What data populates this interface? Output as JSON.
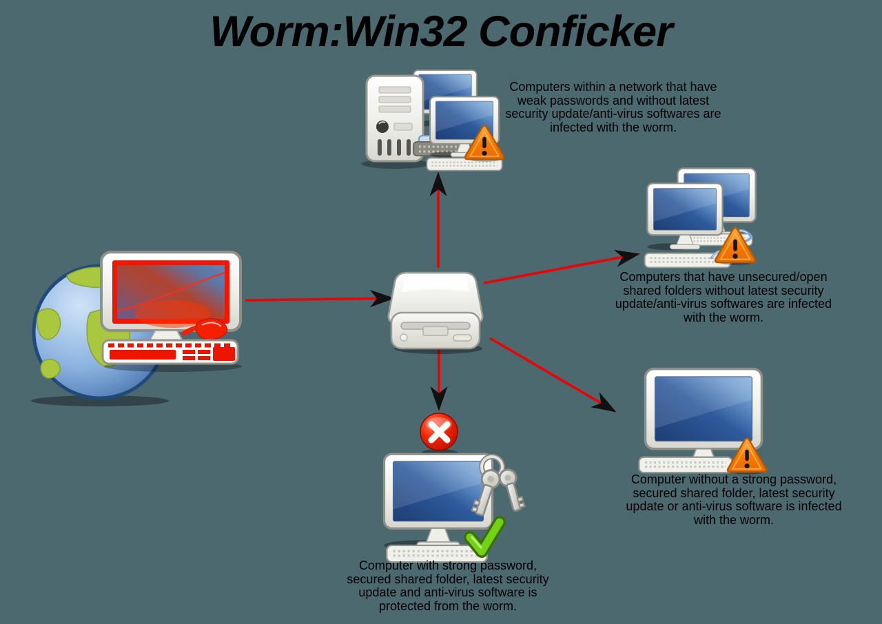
{
  "title": "Worm:Win32 Conficker",
  "colors": {
    "background": "#4d6970",
    "title_text": "#000000",
    "caption_text": "#000000",
    "arrow_line": "#ee0000",
    "arrowhead": "#111111",
    "warning_triangle": "#f57900",
    "blocked_badge": "#dd1500",
    "protected_check": "#73d216",
    "infected_screen": "#f21500",
    "healthy_screen": "#2e5a9c"
  },
  "icons": {
    "internet_source": "globe-with-infected-computer-icon",
    "propagation_medium": "removable-drive-icon",
    "network_node": "server-with-workstations-icon",
    "warning": "warning-triangle-icon",
    "blocked": "red-cross-badge-icon",
    "protected": "green-check-icon",
    "keys": "password-keys-icon"
  },
  "captions": {
    "network": {
      "lines": [
        "Computers within a network that have",
        "weak passwords and without latest",
        "security update/anti-virus softwares are",
        "infected with the worm."
      ]
    },
    "shared_folders": {
      "lines": [
        "Computers that have unsecured/open",
        "shared folders without latest security",
        "update/anti-virus softwares are infected",
        "with the worm."
      ]
    },
    "weak_computer": {
      "lines": [
        "Computer without a strong password,",
        "secured shared folder, latest security",
        "update or anti-virus software is infected",
        "with the worm."
      ]
    },
    "protected_computer": {
      "lines": [
        "Computer with strong password,",
        "secured shared folder, latest security",
        "update and anti-virus software is",
        "protected from the worm."
      ]
    }
  }
}
